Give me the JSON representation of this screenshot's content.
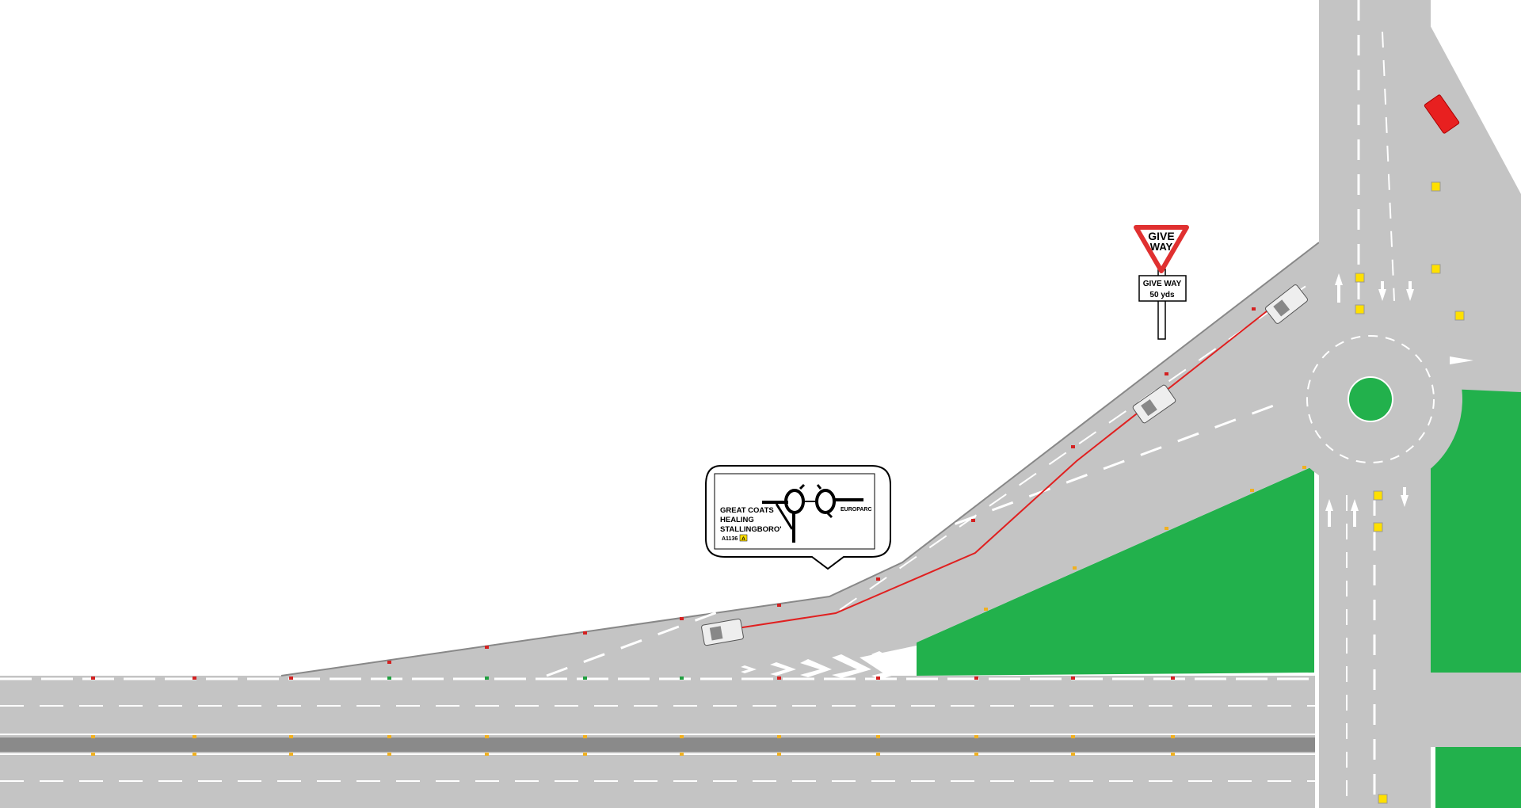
{
  "colors": {
    "road": "#c4c4c4",
    "verge": "#22b14c",
    "marking": "#ffffff",
    "central_reserve": "#8a8a8a",
    "route_line": "#e02020",
    "stud_red": "#d42020",
    "stud_amber": "#f0b020",
    "stud_green": "#20a040",
    "sign_red": "#e03030",
    "target_car": "#e82020",
    "yellow_marker": "#ffe000"
  },
  "give_way_sign": {
    "triangle_line1": "GIVE",
    "triangle_line2": "WAY",
    "plate_line1": "GIVE WAY",
    "plate_line2": "50 yds"
  },
  "direction_sign": {
    "left_destinations": [
      "GREAT COATS",
      "HEALING",
      "STALLINGBORO'"
    ],
    "route_number": "A1136",
    "route_badge": "A",
    "right_destination": "EUROPARC"
  }
}
